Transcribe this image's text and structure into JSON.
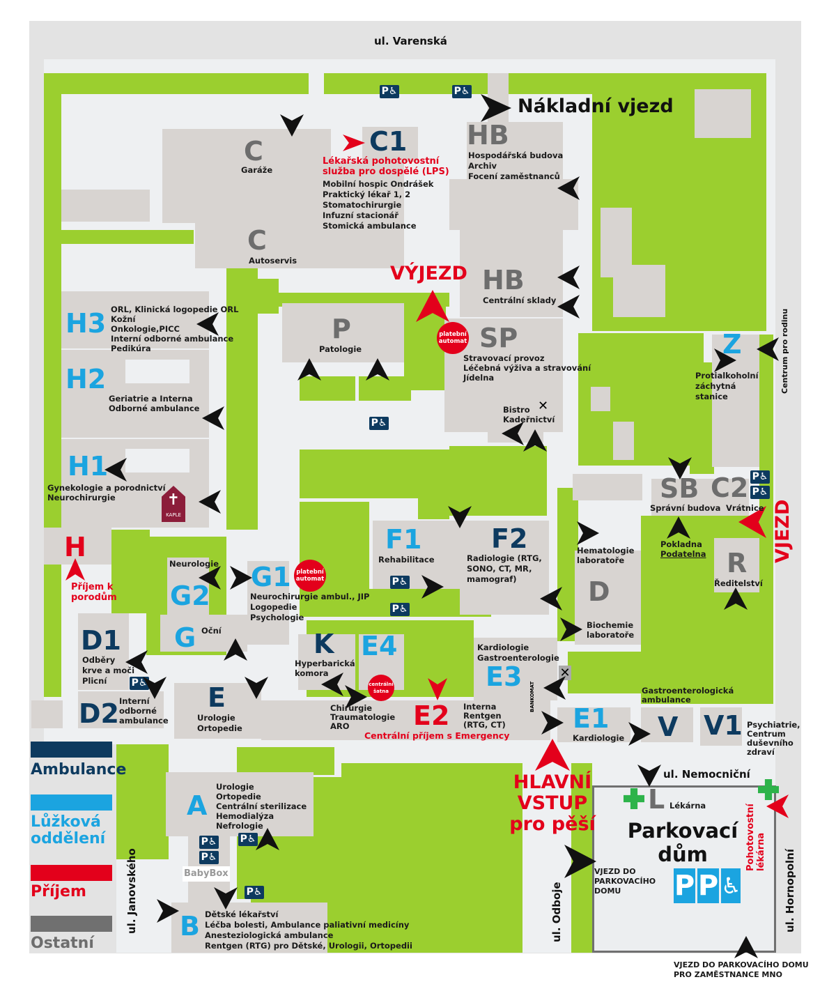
{
  "streets": {
    "top": "ul. Varenská",
    "nemocnicni": "ul. Nemocniční",
    "janovskeho": "ul. Janovského",
    "odboje": "ul. Odboje",
    "hornopolni": "ul. Hornopolní",
    "centrum": "Centrum pro rodinu"
  },
  "colors": {
    "green": "#9bcf2f",
    "building": "#d8d4d1",
    "ambulance": "#0d3a5f",
    "luzkova": "#1ba4e0",
    "prijem": "#e3001b",
    "ostatni": "#6d6d6d"
  },
  "legend": [
    {
      "label": "Ambulance"
    },
    {
      "label": "Lůžková oddělení"
    },
    {
      "label": "Příjem"
    },
    {
      "label": "Ostatní"
    }
  ],
  "signs": {
    "nakladni": "Nákladní vjezd",
    "vyjezd": "VÝJEZD",
    "vjezd": "VJEZD",
    "hlavni": "HLAVNÍ VSTUP pro pěší",
    "prijem_porod": "Příjem k porodům",
    "platebni": "platební automat",
    "platebni2": "platební automat",
    "satna": "centrální šatna",
    "bankomat": "BANKOMAT",
    "babybox": "BabyBox",
    "kaple": "KAPLE",
    "vjezd_pd": "VJEZD DO PARKOVACÍHO DOMU",
    "vjezd_zam": "VJEZD DO PARKOVACÍHO DOMU PRO ZAMĚSTNANCE MNO",
    "parking_title": "Parkovací dům",
    "pohotovostni": "Pohotovostní lékárna",
    "p_sign": "P"
  },
  "buildings": {
    "C_gar": {
      "code": "C",
      "text": "Garáže"
    },
    "C_aut": {
      "code": "C",
      "text": "Autoservis"
    },
    "C1": {
      "code": "C1",
      "red": "Lékařská pohotovostní služba pro dospělé (LPS)",
      "lines": [
        "Mobilní hospic Ondrášek",
        "Praktický lékař 1, 2",
        "Stomatochirurgie",
        "Infuzní stacionář",
        "Stomická ambulance"
      ]
    },
    "HB1": {
      "code": "HB",
      "lines": [
        "Hospodářská budova",
        "Archiv",
        "Focení zaměstnanců"
      ]
    },
    "HB2": {
      "code": "HB",
      "text": "Centrální sklady"
    },
    "SP": {
      "code": "SP",
      "lines": [
        "Stravovací provoz",
        "Léčebná výživa a stravování",
        "Jídelna"
      ],
      "bistro": "Bistro",
      "kadernictvi": "Kadeřnictví"
    },
    "P": {
      "code": "P",
      "text": "Patologie"
    },
    "H3": {
      "code": "H3",
      "lines": [
        "ORL, Klinická logopedie ORL",
        "Kožní",
        "Onkologie,PICC",
        "Interní odborné ambulance",
        "Pedikúra"
      ]
    },
    "H2": {
      "code": "H2",
      "lines": [
        "Geriatrie a Interna",
        "Odborné ambulance"
      ]
    },
    "H1": {
      "code": "H1",
      "lines": [
        "Gynekologie a porodnictví",
        "Neurochirurgie"
      ]
    },
    "H": {
      "code": "H"
    },
    "Z": {
      "code": "Z",
      "lines": [
        "Protialkoholní",
        "záchytná",
        "stanice"
      ]
    },
    "SB": {
      "code": "SB",
      "text": "Správní budova",
      "pokladna": "Pokladna",
      "podatelna": "Podatelna"
    },
    "C2": {
      "code": "C2",
      "text": "Vrátnice"
    },
    "R": {
      "code": "R",
      "text": "Ředitelství"
    },
    "F1": {
      "code": "F1",
      "text": "Rehabilitace"
    },
    "F2": {
      "code": "F2",
      "lines": [
        "Radiologie (RTG,",
        "SONO, CT, MR,",
        "mamograf)"
      ]
    },
    "D": {
      "code": "D",
      "hema": [
        "Hematologie",
        "laboratoře"
      ],
      "bio": [
        "Biochemie",
        "laboratoře"
      ]
    },
    "G1": {
      "code": "G1",
      "lines": [
        "Neurochirurgie ambul., JIP",
        "Logopedie",
        "Psychologie"
      ]
    },
    "G2": {
      "code": "G2",
      "text": "Neurologie"
    },
    "G": {
      "code": "G",
      "text": "Oční"
    },
    "D1": {
      "code": "D1",
      "lines": [
        "Odběry",
        "krve a moči",
        "Plicní"
      ]
    },
    "D2": {
      "code": "D2",
      "lines": [
        "Interní",
        "odborné",
        "ambulance"
      ]
    },
    "E": {
      "code": "E",
      "lines": [
        "Urologie",
        "Ortopedie"
      ]
    },
    "K": {
      "code": "K",
      "lines": [
        "Hyperbarická",
        "komora"
      ]
    },
    "E4": {
      "code": "E4"
    },
    "E2": {
      "code": "E2",
      "lines": [
        "Chirurgie",
        "Traumatologie",
        "ARO"
      ],
      "right": [
        "Interna",
        "Rentgen",
        "(RTG, CT)"
      ],
      "red": "Centrální příjem s Emergency"
    },
    "E3": {
      "code": "E3",
      "lines": [
        "Kardiologie",
        "Gastroenterologie"
      ]
    },
    "E1": {
      "code": "E1",
      "text": "Kardiologie"
    },
    "V": {
      "code": "V",
      "lines": [
        "Gastroenterologická",
        "ambulance"
      ]
    },
    "V1": {
      "code": "V1",
      "lines": [
        "Psychiatrie,",
        "Centrum",
        "duševního",
        "zdraví"
      ]
    },
    "A": {
      "code": "A",
      "lines": [
        "Urologie",
        "Ortopedie",
        "Centrální sterilizace",
        "Hemodialýza",
        "Nefrologie"
      ]
    },
    "B": {
      "code": "B",
      "lines": [
        "Dětské lékařství",
        "Léčba bolesti, Ambulance paliativní medicíny",
        "Anesteziologická ambulance",
        "Rentgen (RTG) pro Dětské, Urologii, Ortopedii"
      ]
    },
    "L": {
      "code": "L",
      "text": "Lékárna"
    }
  }
}
